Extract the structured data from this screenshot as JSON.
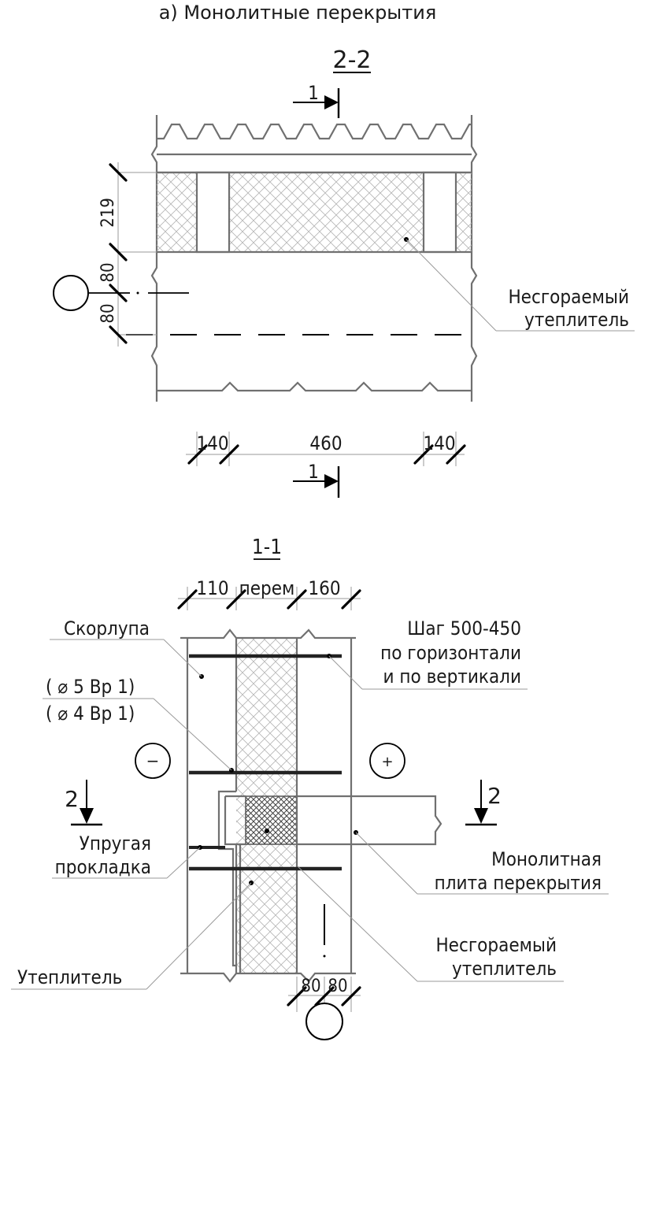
{
  "header": {
    "title": "а) Монолитные перекрытия"
  },
  "section_2_2": {
    "title": "2-2",
    "cut_mark_top": "1",
    "cut_mark_bottom": "1",
    "dim_219": "219",
    "dim_80_upper": "80",
    "dim_80_lower": "80",
    "dim_140_left": "140",
    "dim_460": "460",
    "dim_140_right": "140",
    "callout_line1": "Несгораемый",
    "callout_line2": "утеплитель"
  },
  "section_1_1": {
    "title": "1-1",
    "dim_110": "110",
    "dim_perem": "перем",
    "dim_160": "160",
    "shell_label": "Скорлупа",
    "step_line1": "Шаг 500-450",
    "step_line2": "по горизонтали",
    "step_line3": "и по вертикали",
    "rebar_line1": "( ⌀ 5 Вр 1)",
    "rebar_line2": "( ⌀ 4 Вр 1)",
    "minus_sign": "−",
    "plus_sign": "+",
    "cut_left": "2",
    "cut_right": "2",
    "pad_line1": "Упругая",
    "pad_line2": "прокладка",
    "slab_line1": "Монолитная",
    "slab_line2": "плита перекрытия",
    "noncomb_line1": "Несгораемый",
    "noncomb_line2": "утеплитель",
    "insul_label": "Утеплитель",
    "dim_80_a": "80",
    "dim_80_b": "80"
  },
  "colors": {
    "line": "#707070",
    "thin": "#9a9a9a",
    "ink": "#000000"
  }
}
